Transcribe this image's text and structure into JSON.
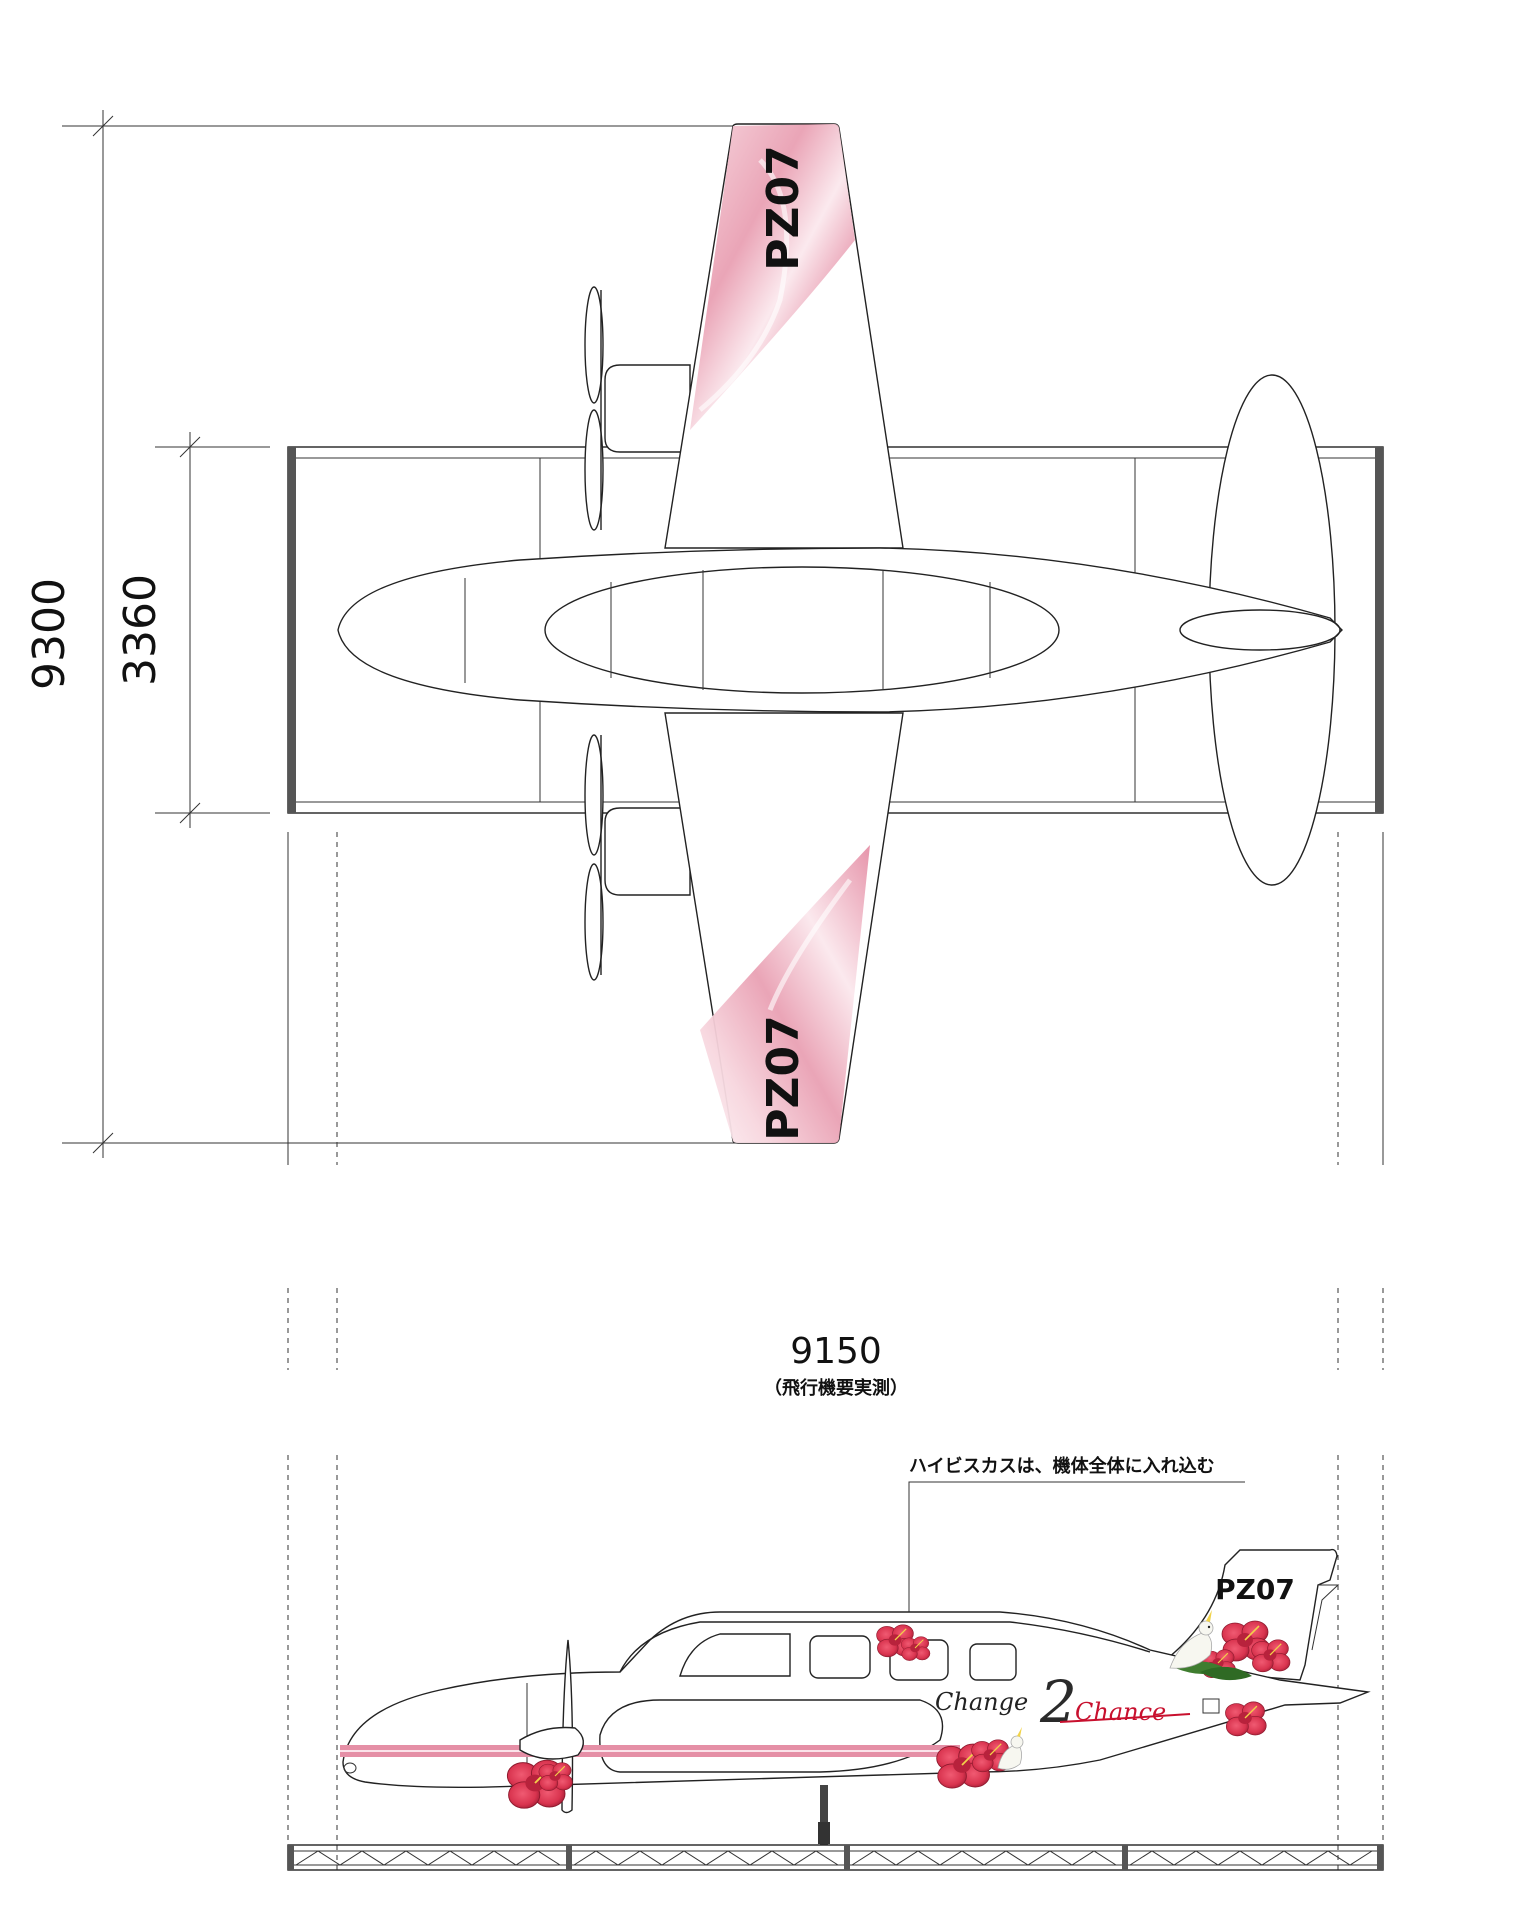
{
  "dimensions": {
    "overall_span": "9300",
    "stage_depth": "3360",
    "overall_length": "9150",
    "length_note": "（飛行機要実測）"
  },
  "plan_view": {
    "wing_registration_top": "PZ07",
    "wing_registration_bottom": "PZ07"
  },
  "side_view": {
    "callout": "ハイビスカスは、機体全体に入れ込む",
    "tail_registration": "PZ07",
    "livery_script_left": "Change",
    "livery_script_number": "2",
    "livery_script_right": "Chance"
  },
  "colors": {
    "livery_pink": "#e89aae",
    "livery_pink_light": "#f6d3dc",
    "stripe_pink": "#e58fa6",
    "hibiscus_red": "#d9344f",
    "script_red": "#c8102e",
    "line": "#222222"
  },
  "icons": {
    "decoration": "hibiscus-flower-icon",
    "bird": "cockatoo-icon"
  }
}
